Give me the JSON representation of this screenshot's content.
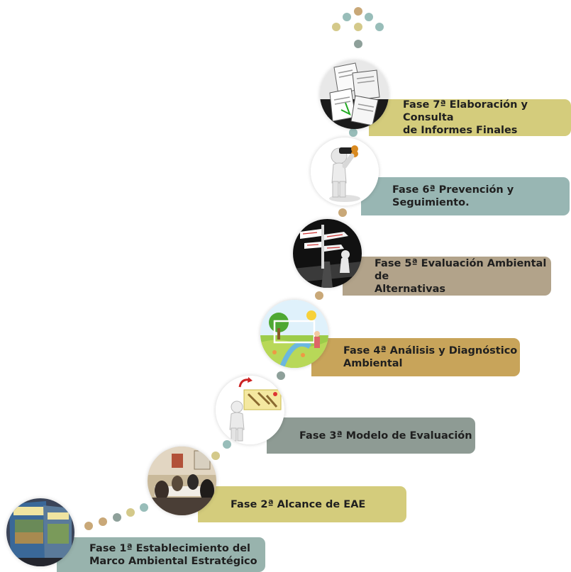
{
  "phases": [
    {
      "label": "Fase 1ª Establecimiento del\nMarco Ambiental Estratégico",
      "color": "#98b3ad",
      "image": "books-photo"
    },
    {
      "label": "Fase 2ª Alcance de EAE",
      "color": "#d4cc7c",
      "image": "meeting-photo"
    },
    {
      "label": "Fase 3ª Modelo de Evaluación",
      "color": "#8e9b94",
      "image": "person-tools-icon"
    },
    {
      "label": "Fase 4ª Análisis y Diagnóstico\nAmbiental",
      "color": "#c8a45a",
      "image": "landscape-drawing"
    },
    {
      "label": "Fase 5ª Evaluación Ambiental de\nAlternativas",
      "color": "#b2a38a",
      "image": "crossroads-sign"
    },
    {
      "label": "Fase 6ª Prevención y\nSeguimiento.",
      "color": "#98b6b3",
      "image": "binoculars-person"
    },
    {
      "label": "Fase 7ª Elaboración y Consulta\nde Informes Finales",
      "color": "#d4cc7c",
      "image": "documents-photo"
    }
  ],
  "dot_colors": {
    "teal": "#98bdb9",
    "gold": "#d4c98a",
    "tan": "#c9a878",
    "gray": "#8ea09a"
  }
}
